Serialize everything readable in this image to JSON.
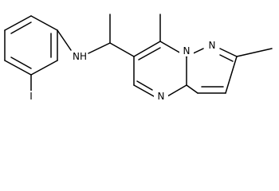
{
  "molecule": {
    "atoms": {
      "iodine": "I",
      "amine": "NH",
      "ring_n_pyrazole": "N",
      "ring_n_bridge": "N",
      "ring_n_pyrimidine": "N"
    }
  },
  "colors": {
    "bond": "#000000",
    "label": "#000000",
    "background": "#ffffff"
  }
}
